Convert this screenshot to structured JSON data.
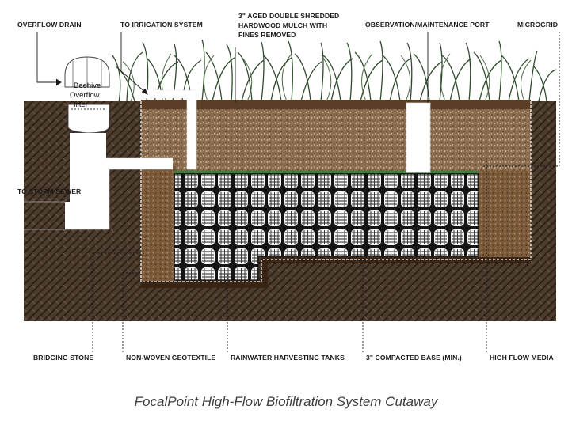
{
  "labels": {
    "overflow_drain": "OVERFLOW DRAIN",
    "to_irrigation": "TO IRRIGATION SYSTEM",
    "mulch_1": "3\" AGED DOUBLE SHREDDED",
    "mulch_2": "HARDWOOD MULCH WITH",
    "mulch_3": "FINES REMOVED",
    "observation_port": "OBSERVATION/MAINTENANCE PORT",
    "microgrid": "MICROGRID",
    "to_storm_sewer": "TO STORM SEWER",
    "bridging_stone": "BRIDGING STONE",
    "geotextile": "NON-WOVEN GEOTEXTILE",
    "tanks": "RAINWATER HARVESTING TANKS",
    "compacted_base": "3\" COMPACTED BASE (MIN.)",
    "high_flow_media": "HIGH FLOW MEDIA",
    "beehive_1": "Beehive",
    "beehive_2": "Overflow",
    "beehive_3": "filter"
  },
  "caption": "FocalPoint High-Flow Biofiltration System Cutaway",
  "colors": {
    "soil": "#4a3a2c",
    "media": "#8a6c4c",
    "stone": "#7b5b3a",
    "tank": "#f2f2f2",
    "grass": "#2f4a2c",
    "base": "#3a2414",
    "microgrid": "#3f7d3f"
  }
}
